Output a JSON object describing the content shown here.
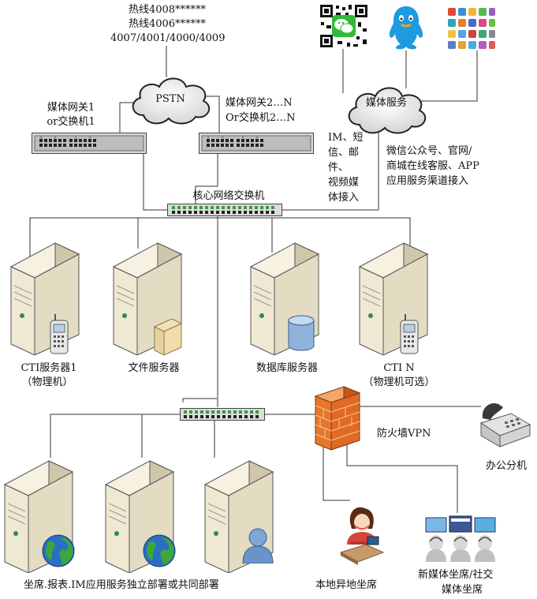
{
  "hotline": {
    "line1": "热线4008******",
    "line2": "热线4006******",
    "line3": "4007/4001/4000/4009"
  },
  "clouds": {
    "pstn": "PSTN",
    "media_service": "媒体服务"
  },
  "gateways": {
    "gw1_line1": "媒体网关1",
    "gw1_line2": "or交换机1",
    "gw2_line1": "媒体网关2…N",
    "gw2_line2": "Or交换机2…N"
  },
  "media_access": {
    "line1": "IM、短",
    "line2": "信、邮",
    "line3": "件、",
    "line4": "视频媒",
    "line5": "体接入"
  },
  "channels": {
    "line1": "微信公众号、官网/",
    "line2": "商城在线客服、APP",
    "line3": "应用服务渠道接入"
  },
  "core_switch": "核心网络交换机",
  "servers": {
    "cti1_line1": "CTI服务器1",
    "cti1_line2": "（物理机）",
    "file": "文件服务器",
    "database": "数据库服务器",
    "ctin_line1": "CTI N",
    "ctin_line2": "（物理机可选）"
  },
  "firewall": "防火墙VPN",
  "office_phone": "办公分机",
  "bottom": {
    "app_servers": "坐席.报表.IM应用服务独立部署或共同部署",
    "local_agent": "本地异地坐席",
    "social_agent_line1": "新媒体坐席/社交",
    "social_agent_line2": "媒体坐席"
  },
  "colors": {
    "qq_blue": "#1c9be0",
    "firewall_orange": "#e8762c",
    "server_beige": "#efe8d2",
    "wechat_green": "#2fbb3a"
  }
}
